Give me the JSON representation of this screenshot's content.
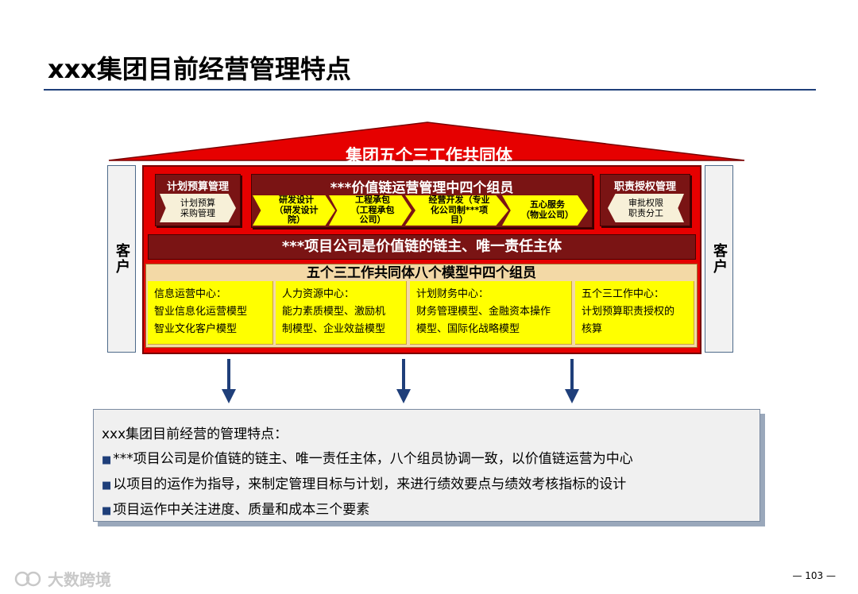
{
  "title": "xxx集团目前经营管理特点",
  "roof_label": "集团五个三工作共同体",
  "side_labels": {
    "left": "客户",
    "right": "客户"
  },
  "left_box": {
    "header": "计划预算管理",
    "chevron": "计划预算\n采购管理"
  },
  "right_box": {
    "header": "职责授权管理",
    "chevron": "审批权限\n职责分工"
  },
  "middle_box": {
    "header": "***价值链运营管理中四个组员",
    "chain": [
      "研发设计\n（研发设计\n院）",
      "工程承包\n（工程承包\n公司）",
      "经营开发（专业\n化公司制***项\n目）",
      "五心服务\n（物业公司）"
    ]
  },
  "band_text": "***项目公司是价值链的链主、唯一责任主体",
  "model_header": "五个三工作共同体八个模型中四个组员",
  "models": [
    "信息运营中心：\n智业信息化运营模型\n智业文化客户模型",
    "人力资源中心：\n能力素质模型、激励机\n制模型、企业效益模型",
    "计划财务中心：\n财务管理模型、金融资本操作\n模型、国际化战略模型",
    "五个三工作中心：\n计划预算职责授权的\n核算"
  ],
  "summary": {
    "heading": "xxx集团目前经营的管理特点：",
    "bullet_char": "■",
    "points": [
      "***项目公司是价值链的链主、唯一责任主体，八个组员协调一致，以价值链运营为中心",
      "以项目的运作为指导，来制定管理目标与计划，来进行绩效要点与绩效考核指标的设计",
      "项目运作中关注进度、质量和成本三个要素"
    ]
  },
  "watermark": "大数跨境",
  "page_number": "— 103 —",
  "colors": {
    "red": "#e60000",
    "dark_red": "#7a1414",
    "yellow": "#ffff00",
    "navy": "#1f3f7a"
  }
}
